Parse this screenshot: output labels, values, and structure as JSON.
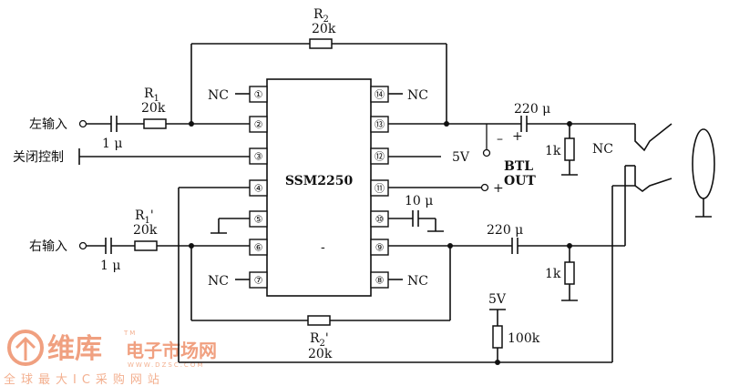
{
  "chip": {
    "name": "SSM2250"
  },
  "pins": {
    "p1": "①",
    "p2": "②",
    "p3": "③",
    "p4": "④",
    "p5": "⑤",
    "p6": "⑥",
    "p7": "⑦",
    "p8": "⑧",
    "p9": "⑨",
    "p10": "⑩",
    "p11": "⑪",
    "p12": "⑫",
    "p13": "⑬",
    "p14": "⑭"
  },
  "labels": {
    "nc": "NC",
    "left_input": "左输入",
    "right_input": "右输入",
    "shutdown": "关闭控制",
    "five_v": "5V",
    "btl": "BTL",
    "out": "OUT",
    "minus": "–",
    "plus": "+"
  },
  "components": {
    "r1_name": "R",
    "r1_sub": "1",
    "r1_value": "20k",
    "r1p_name": "R",
    "r1p_sub": "1",
    "r1p_prime": "'",
    "r1p_value": "20k",
    "r2_name": "R",
    "r2_sub": "2",
    "r2_value": "20k",
    "r2p_name": "R",
    "r2p_sub": "2",
    "r2p_prime": "'",
    "r2p_value": "20k",
    "c_in_left": "1 μ",
    "c_in_right": "1 μ",
    "c_bypass": "10 μ",
    "c_out_top": "220 μ",
    "c_out_bot": "220 μ",
    "r_load_top": "1k",
    "r_load_bot": "1k",
    "r_pullup": "100k",
    "pullup_supply": "5V"
  },
  "watermark": {
    "brand": "维库",
    "suffix": "电子市场网",
    "tm": "TM",
    "url": "WWW.DZSC.COM",
    "tagline": "全球最大IC采购网站"
  }
}
